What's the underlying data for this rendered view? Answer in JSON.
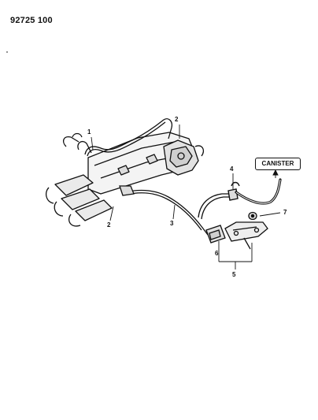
{
  "header": {
    "doc_number": "92725 100"
  },
  "callouts": {
    "c1": "1",
    "c2_top": "2",
    "c2_bottom": "2",
    "c3": "3",
    "c4": "4",
    "c5": "5",
    "c6": "6",
    "c7": "7"
  },
  "canister": {
    "label": "CANISTER"
  }
}
